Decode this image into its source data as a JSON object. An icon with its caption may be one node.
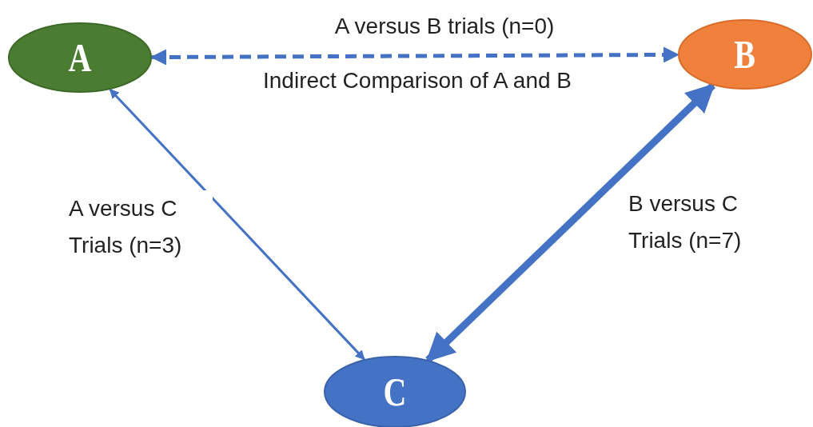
{
  "diagram": {
    "nodes": [
      {
        "text": [
          "A"
        ]
      },
      {
        "text": [
          "B"
        ]
      },
      {
        "text": [
          "C"
        ]
      }
    ],
    "edges": [
      {
        "from": 0,
        "to": 1,
        "arrow": "both",
        "label": "A versus B trials (n=0)",
        "style": "dashed"
      },
      {
        "from": 0,
        "to": 2,
        "arrow": "both",
        "label": "A versus C Trials (n=3)"
      },
      {
        "from": 1,
        "to": 2,
        "arrow": "both",
        "label": "B versus C Trials (n=7)",
        "style": "thick"
      }
    ],
    "labels": [
      "Indirect Comparison of A and B"
    ]
  }
}
